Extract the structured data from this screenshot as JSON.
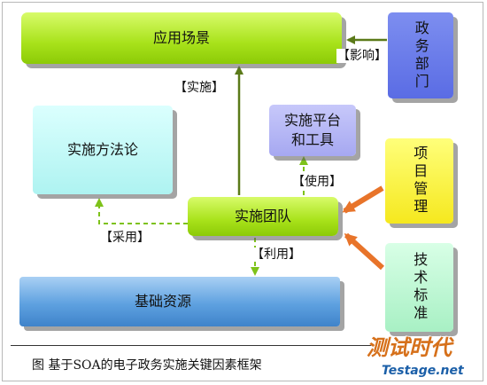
{
  "nodes": {
    "app_scene": "应用场景",
    "gov_dept": "政务部门",
    "platform_tools": "实施平台和工具",
    "methodology": "实施方法论",
    "project_mgmt": "项目管理",
    "team": "实施团队",
    "tech_std": "技术标准",
    "infra": "基础资源"
  },
  "edges": {
    "influence": "【影响】",
    "implement": "【实施】",
    "use": "【使用】",
    "adopt": "【采用】",
    "utilize": "【利用】"
  },
  "caption": "图   基于SOA的电子政务实施关键因素框架",
  "watermark": {
    "name": "测试时代",
    "url": "Testage.net"
  },
  "colors": {
    "arrow_solid": "#5b7a19",
    "arrow_dashed": "#7ec21a",
    "arrow_orange": "#e8742a"
  }
}
